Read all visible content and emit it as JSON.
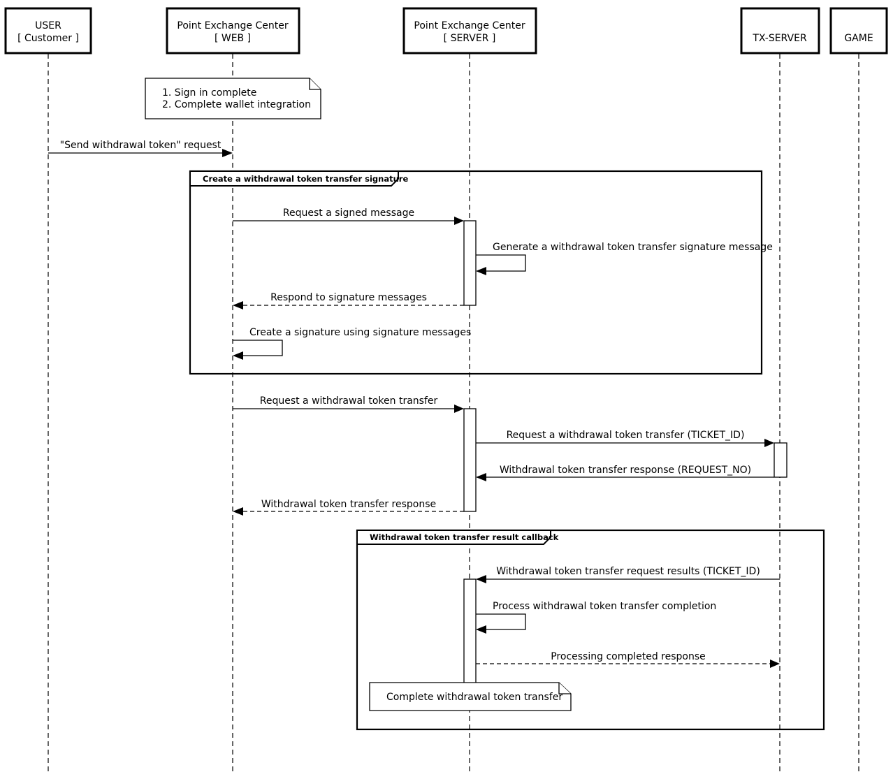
{
  "participants": [
    {
      "id": "user",
      "lines": [
        "USER",
        "[ Customer ]"
      ]
    },
    {
      "id": "web",
      "lines": [
        "Point Exchange Center",
        "[ WEB ]"
      ]
    },
    {
      "id": "server",
      "lines": [
        "Point Exchange Center",
        "[ SERVER ]"
      ]
    },
    {
      "id": "txserver",
      "lines": [
        "TX-SERVER"
      ]
    },
    {
      "id": "game",
      "lines": [
        "GAME"
      ]
    }
  ],
  "notes": {
    "intro": [
      "1. Sign in complete",
      "2. Complete wallet integration"
    ],
    "complete": [
      "Complete withdrawal token transfer"
    ]
  },
  "frames": {
    "signature": "Create a withdrawal token transfer signature",
    "callback": "Withdrawal token transfer result callback"
  },
  "messages": [
    {
      "id": "send-request",
      "from": "user",
      "to": "web",
      "style": "solid",
      "label": "\"Send withdrawal token\" request"
    },
    {
      "id": "request-signed",
      "from": "web",
      "to": "server",
      "style": "solid",
      "label": "Request a signed message"
    },
    {
      "id": "generate-signature",
      "from": "server",
      "to": "server",
      "style": "self",
      "label": "Generate a withdrawal token transfer signature message"
    },
    {
      "id": "respond-signature",
      "from": "server",
      "to": "web",
      "style": "dashed",
      "label": "Respond to signature messages"
    },
    {
      "id": "create-signature",
      "from": "web",
      "to": "web",
      "style": "self",
      "label": "Create a signature using signature messages"
    },
    {
      "id": "request-transfer",
      "from": "web",
      "to": "server",
      "style": "solid",
      "label": "Request a withdrawal token transfer"
    },
    {
      "id": "request-transfer-ticket",
      "from": "server",
      "to": "txserver",
      "style": "solid",
      "label": "Request a withdrawal token transfer (TICKET_ID)"
    },
    {
      "id": "transfer-response-request-no",
      "from": "txserver",
      "to": "server",
      "style": "solid",
      "label": "Withdrawal token transfer response (REQUEST_NO)"
    },
    {
      "id": "transfer-response",
      "from": "server",
      "to": "web",
      "style": "dashed",
      "label": "Withdrawal token transfer response"
    },
    {
      "id": "request-results",
      "from": "txserver",
      "to": "server",
      "style": "solid",
      "label": "Withdrawal token transfer request results (TICKET_ID)"
    },
    {
      "id": "process-completion",
      "from": "server",
      "to": "server",
      "style": "self",
      "label": "Process withdrawal token transfer completion"
    },
    {
      "id": "processing-completed",
      "from": "server",
      "to": "txserver",
      "style": "dashed",
      "label": "Processing completed response"
    }
  ]
}
